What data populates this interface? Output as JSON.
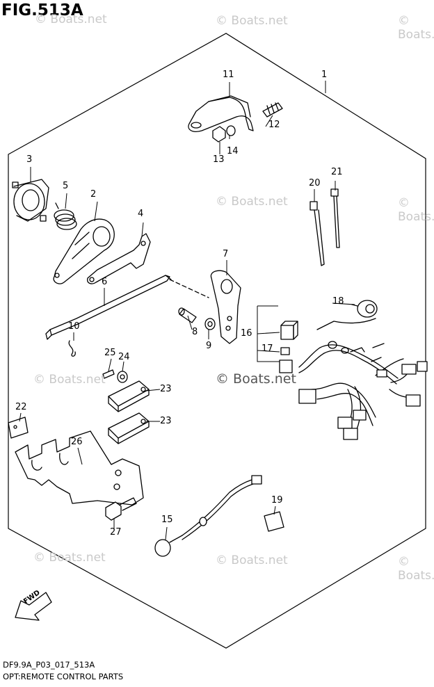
{
  "figure": {
    "title": "FIG.513A",
    "code": "DF9.9A_P03_017_513A",
    "description": "OPT:REMOTE CONTROL PARTS",
    "fwd_label": "FWD"
  },
  "watermarks": {
    "light": "© Boats.net",
    "center": "© Boats.net"
  },
  "callouts": [
    "1",
    "2",
    "3",
    "4",
    "5",
    "6",
    "7",
    "8",
    "9",
    "10",
    "11",
    "12",
    "13",
    "14",
    "15",
    "16",
    "17",
    "18",
    "19",
    "20",
    "21",
    "22",
    "23",
    "23",
    "24",
    "25",
    "26",
    "27"
  ],
  "colors": {
    "line": "#000000",
    "watermark": "#c9c9c9",
    "background": "#ffffff"
  }
}
